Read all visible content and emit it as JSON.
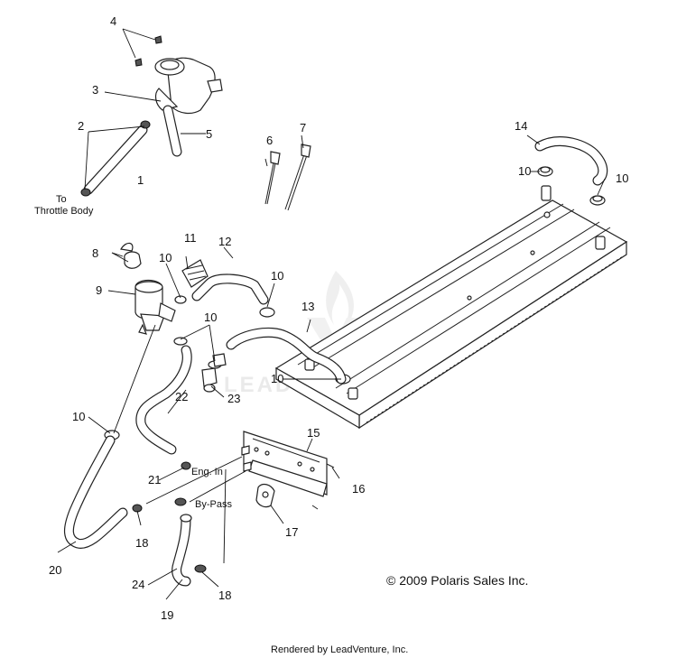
{
  "diagram": {
    "callouts": {
      "c1": "1",
      "c2": "2",
      "c3": "3",
      "c4": "4",
      "c5": "5",
      "c6": "6",
      "c7": "7",
      "c8": "8",
      "c9": "9",
      "c10a": "10",
      "c10b": "10",
      "c10c": "10",
      "c10d": "10",
      "c10e": "10",
      "c10f": "10",
      "c10g": "10",
      "c11": "11",
      "c12": "12",
      "c13": "13",
      "c14": "14",
      "c15": "15",
      "c16": "16",
      "c17": "17",
      "c18a": "18",
      "c18b": "18",
      "c19": "19",
      "c20": "20",
      "c21": "21",
      "c22": "22",
      "c23": "23",
      "c24": "24"
    },
    "notes": {
      "to": "To",
      "throttle_body": "Throttle Body",
      "eng_in": "Eng. In",
      "by_pass": "By-Pass"
    },
    "watermark": "LEADVENTURE",
    "copyright": "© 2009 Polaris Sales Inc.",
    "rendered_by": "Rendered by LeadVenture, Inc."
  }
}
